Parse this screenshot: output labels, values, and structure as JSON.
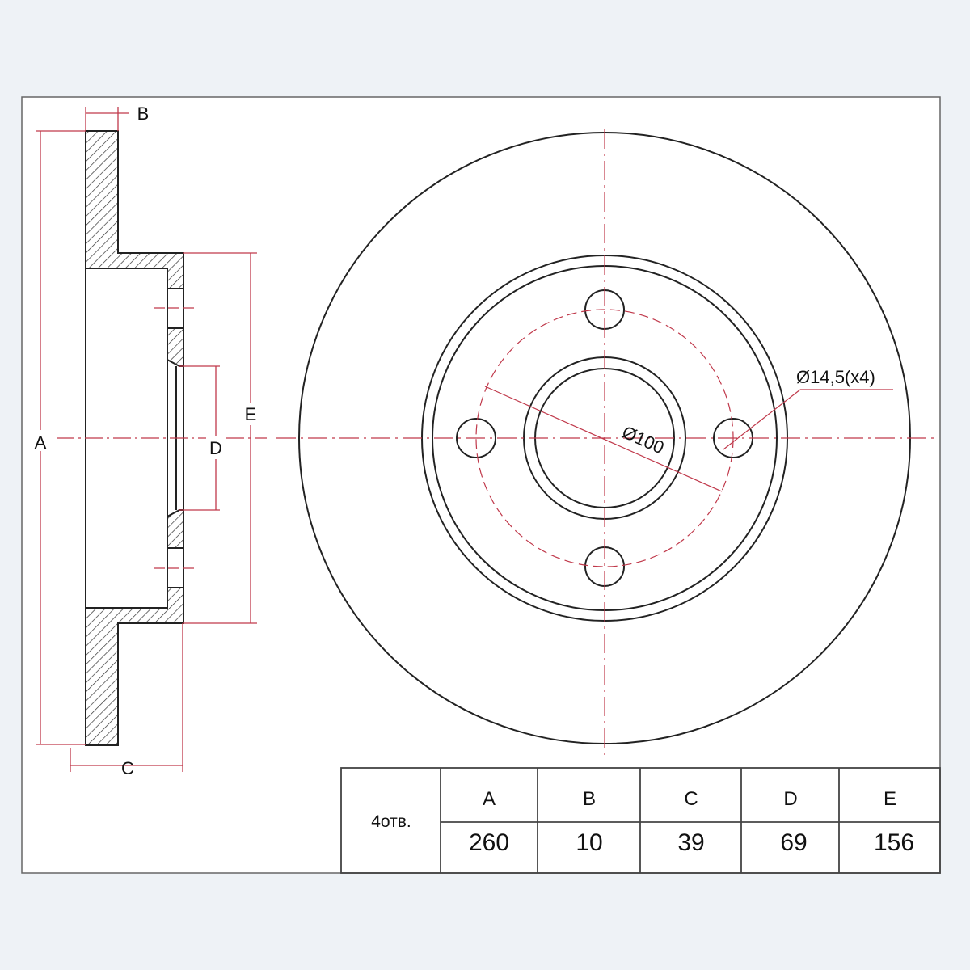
{
  "labels": {
    "A": "A",
    "B": "B",
    "C": "C",
    "D": "D",
    "E": "E"
  },
  "annotations": {
    "bolt_circle": "Ø100",
    "holes": "Ø14,5(x4)"
  },
  "table": {
    "row_label": "4отв.",
    "headers": [
      "A",
      "B",
      "C",
      "D",
      "E"
    ],
    "values": [
      "260",
      "10",
      "39",
      "69",
      "156"
    ]
  },
  "colors": {
    "line": "#222222",
    "dimension": "#c0394b",
    "background": "#eef2f6"
  }
}
